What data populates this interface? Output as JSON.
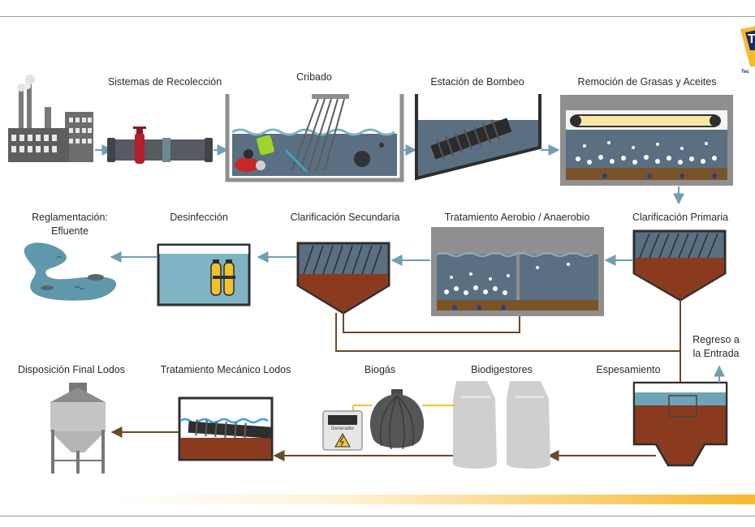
{
  "stages": {
    "collection": "Sistemas de Recolección",
    "screening": "Cribado",
    "pumping": "Estación de Bombeo",
    "grease": "Remoción de Grasas y Aceites",
    "primary": "Clarificación  Primaria",
    "biological": "Tratamiento Aerobio / Anaerobio",
    "secondary": "Clarificación  Secundaria",
    "disinfection": "Desinfección",
    "regulation_line1": "Reglamentación:",
    "regulation_line2": "Efluente",
    "return_line1": "Regreso a",
    "return_line2": "la Entrada",
    "thickening": "Espesamiento",
    "digesters": "Biodigestores",
    "biogas": "Biogás",
    "mechanical": "Tratamiento Mecánico Lodos",
    "final": "Disposición Final Lodos"
  },
  "generator_label": "Generador",
  "logo": {
    "letter": "T",
    "text": "Tec"
  },
  "colors": {
    "water": "#5a6f82",
    "clear_water": "#7fb4c4",
    "sludge": "#8a3a1f",
    "pipe": "#6a4a2a",
    "arrow": "#6f9fb0",
    "tank": "#8f8f8f",
    "gas_pipe": "#f2c12e",
    "accent": "#f5b82e"
  }
}
